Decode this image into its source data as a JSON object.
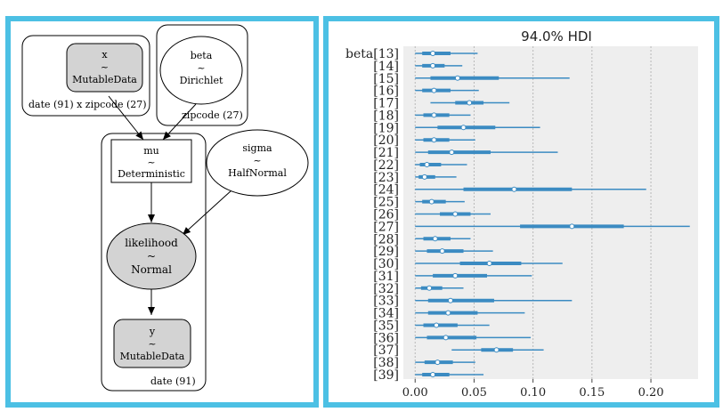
{
  "graph": {
    "x_node": {
      "name": "x",
      "tilde": "~",
      "dist": "MutableData"
    },
    "beta_node": {
      "name": "beta",
      "tilde": "~",
      "dist": "Dirichlet"
    },
    "mu_node": {
      "name": "mu",
      "tilde": "~",
      "dist": "Deterministic"
    },
    "sigma_node": {
      "name": "sigma",
      "tilde": "~",
      "dist": "HalfNormal"
    },
    "likelihood_node": {
      "name": "likelihood",
      "tilde": "~",
      "dist": "Normal"
    },
    "y_node": {
      "name": "y",
      "tilde": "~",
      "dist": "MutableData"
    },
    "plate_x_label": "date (91) x zipcode (27)",
    "plate_beta_label": "zipcode (27)",
    "plate_date_label": "date (91)"
  },
  "chart_data": {
    "type": "forest",
    "title": "94.0% HDI",
    "xlim": [
      -0.01,
      0.24
    ],
    "xticks": [
      0.0,
      0.05,
      0.1,
      0.15,
      0.2
    ],
    "xtick_labels": [
      "0.00",
      "0.05",
      "0.10",
      "0.15",
      "0.20"
    ],
    "grid": true,
    "rows": [
      {
        "label": "beta[13]",
        "mean": 0.015,
        "iqr": [
          0.006,
          0.03
        ],
        "hdi": [
          0.0,
          0.053
        ]
      },
      {
        "label": "[14]",
        "mean": 0.015,
        "iqr": [
          0.006,
          0.025
        ],
        "hdi": [
          0.0,
          0.04
        ]
      },
      {
        "label": "[15]",
        "mean": 0.036,
        "iqr": [
          0.013,
          0.071
        ],
        "hdi": [
          0.0,
          0.131
        ]
      },
      {
        "label": "[16]",
        "mean": 0.016,
        "iqr": [
          0.006,
          0.03
        ],
        "hdi": [
          0.0,
          0.054
        ]
      },
      {
        "label": "[17]",
        "mean": 0.046,
        "iqr": [
          0.034,
          0.058
        ],
        "hdi": [
          0.013,
          0.08
        ]
      },
      {
        "label": "[18]",
        "mean": 0.016,
        "iqr": [
          0.007,
          0.029
        ],
        "hdi": [
          0.0,
          0.047
        ]
      },
      {
        "label": "[19]",
        "mean": 0.041,
        "iqr": [
          0.019,
          0.068
        ],
        "hdi": [
          0.0,
          0.106
        ]
      },
      {
        "label": "[20]",
        "mean": 0.016,
        "iqr": [
          0.007,
          0.029
        ],
        "hdi": [
          0.0,
          0.051
        ]
      },
      {
        "label": "[21]",
        "mean": 0.031,
        "iqr": [
          0.011,
          0.064
        ],
        "hdi": [
          0.0,
          0.121
        ]
      },
      {
        "label": "[22]",
        "mean": 0.01,
        "iqr": [
          0.004,
          0.022
        ],
        "hdi": [
          0.0,
          0.044
        ]
      },
      {
        "label": "[23]",
        "mean": 0.008,
        "iqr": [
          0.003,
          0.017
        ],
        "hdi": [
          0.0,
          0.035
        ]
      },
      {
        "label": "[24]",
        "mean": 0.084,
        "iqr": [
          0.041,
          0.133
        ],
        "hdi": [
          0.0,
          0.196
        ]
      },
      {
        "label": "[25]",
        "mean": 0.014,
        "iqr": [
          0.006,
          0.026
        ],
        "hdi": [
          0.0,
          0.042
        ]
      },
      {
        "label": "[26]",
        "mean": 0.034,
        "iqr": [
          0.021,
          0.047
        ],
        "hdi": [
          0.0,
          0.064
        ]
      },
      {
        "label": "[27]",
        "mean": 0.133,
        "iqr": [
          0.089,
          0.177
        ],
        "hdi": [
          0.0,
          0.233
        ]
      },
      {
        "label": "[28]",
        "mean": 0.017,
        "iqr": [
          0.007,
          0.03
        ],
        "hdi": [
          0.0,
          0.047
        ]
      },
      {
        "label": "[29]",
        "mean": 0.023,
        "iqr": [
          0.01,
          0.041
        ],
        "hdi": [
          0.0,
          0.066
        ]
      },
      {
        "label": "[30]",
        "mean": 0.063,
        "iqr": [
          0.038,
          0.09
        ],
        "hdi": [
          0.0,
          0.125
        ]
      },
      {
        "label": "[31]",
        "mean": 0.034,
        "iqr": [
          0.015,
          0.061
        ],
        "hdi": [
          0.0,
          0.099
        ]
      },
      {
        "label": "[32]",
        "mean": 0.012,
        "iqr": [
          0.005,
          0.023
        ],
        "hdi": [
          0.0,
          0.041
        ]
      },
      {
        "label": "[33]",
        "mean": 0.03,
        "iqr": [
          0.011,
          0.067
        ],
        "hdi": [
          0.0,
          0.133
        ]
      },
      {
        "label": "[34]",
        "mean": 0.028,
        "iqr": [
          0.011,
          0.053
        ],
        "hdi": [
          0.0,
          0.093
        ]
      },
      {
        "label": "[35]",
        "mean": 0.018,
        "iqr": [
          0.007,
          0.036
        ],
        "hdi": [
          0.0,
          0.063
        ]
      },
      {
        "label": "[36]",
        "mean": 0.026,
        "iqr": [
          0.01,
          0.052
        ],
        "hdi": [
          0.0,
          0.098
        ]
      },
      {
        "label": "[37]",
        "mean": 0.069,
        "iqr": [
          0.056,
          0.083
        ],
        "hdi": [
          0.031,
          0.109
        ]
      },
      {
        "label": "[38]",
        "mean": 0.019,
        "iqr": [
          0.008,
          0.032
        ],
        "hdi": [
          0.0,
          0.051
        ]
      },
      {
        "label": "[39]",
        "mean": 0.015,
        "iqr": [
          0.006,
          0.029
        ],
        "hdi": [
          0.0,
          0.058
        ]
      }
    ]
  }
}
